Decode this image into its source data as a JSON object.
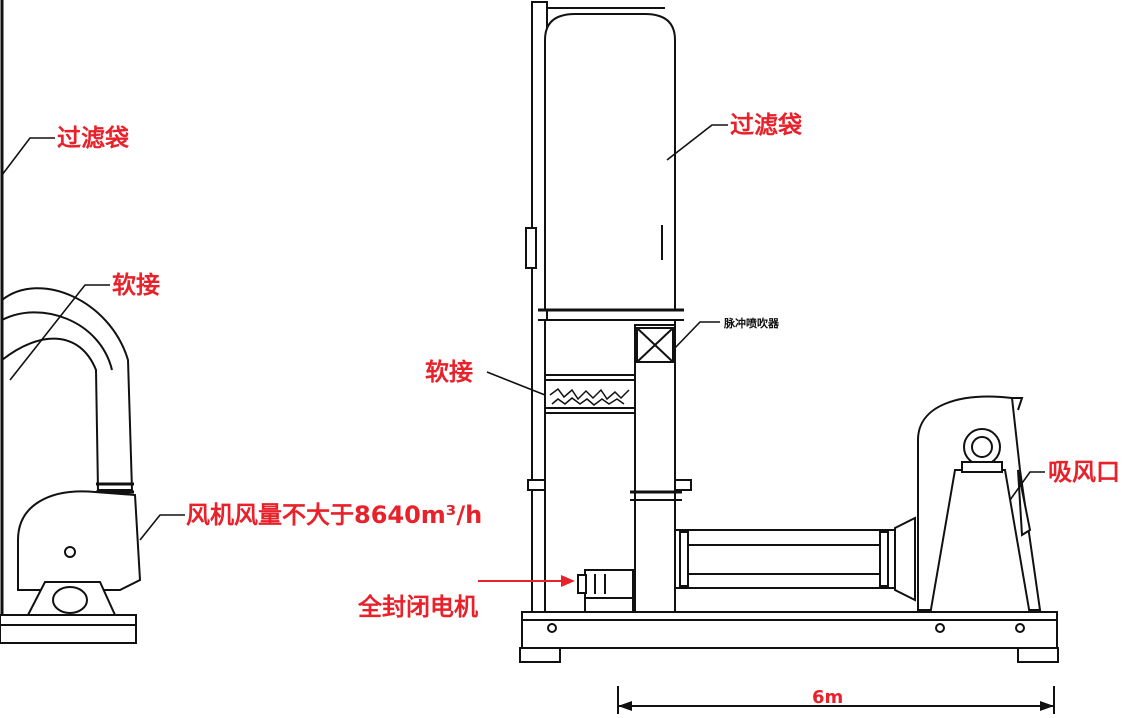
{
  "left_view": {
    "labels": {
      "filter_bag": "过滤袋",
      "soft_joint": "软接",
      "fan_airflow": "风机风量不大于8640m³/h"
    }
  },
  "right_view": {
    "labels": {
      "filter_bag": "过滤袋",
      "soft_joint": "软接",
      "small_component": "脉冲喷吹器",
      "sealed_motor": "全封闭电机",
      "air_inlet": "吸风口"
    },
    "dimension": "6m"
  },
  "colors": {
    "label": "#e8212a",
    "line": "#111111"
  }
}
